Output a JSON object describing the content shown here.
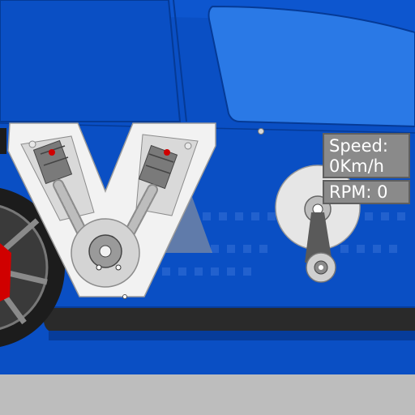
{
  "hud": {
    "speed_label": "Speed:",
    "speed_value": "0",
    "speed_unit": "Km/h",
    "rpm_label": "RPM:",
    "rpm_value": "0"
  },
  "colors": {
    "car_body": "#0a4fc4",
    "car_body_dark": "#073c9a",
    "window": "#2a79e6",
    "engine_panel": "#f2f2f2",
    "piston_marker": "#d00000",
    "ground": "#bdbdbd",
    "sill": "#2a2a2a",
    "readout_bg": "#8a8a8a"
  },
  "icons": {
    "engine": "v-twin-engine-diagram",
    "flywheel": "flywheel-icon",
    "pulley": "pulley-icon",
    "wheel": "wheel-icon"
  }
}
